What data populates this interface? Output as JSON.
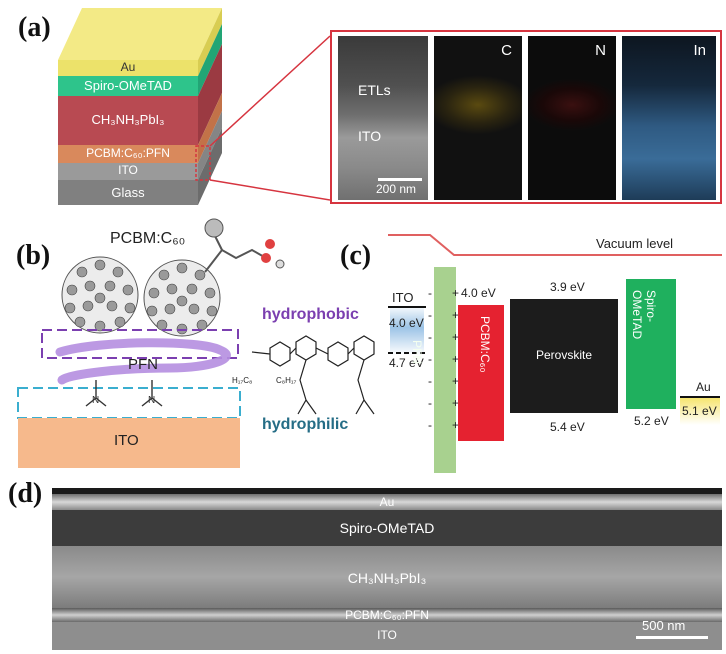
{
  "panels": {
    "a": "(a)",
    "b": "(b)",
    "c": "(c)",
    "d": "(d)"
  },
  "panel_a": {
    "layers": {
      "au": "Au",
      "spiro": "Spiro-OMeTAD",
      "perovskite": "CH₃NH₃PbI₃",
      "etl": "PCBM:C₆₀:PFN",
      "ito": "ITO",
      "glass": "Glass"
    },
    "tem": {
      "etls_label": "ETLs",
      "ito_label": "ITO",
      "scale": "200 nm",
      "maps": [
        "C",
        "N",
        "In"
      ]
    },
    "colors": {
      "au": "#ece26a",
      "spiro": "#2ec48b",
      "perovskite": "#b84a52",
      "etl": "#d9895c",
      "ito": "#9a9a9a",
      "glass": "#808080",
      "frame": "#d6343f"
    }
  },
  "panel_b": {
    "pcbm_label": "PCBM:C₆₀",
    "hydrophobic": "hydrophobic",
    "pfn_label": "PFN",
    "hydrophilic": "hydrophilic",
    "ito_label": "ITO",
    "sub_left": "H₁₇C₈",
    "sub_right": "C₈H₁₇",
    "colors": {
      "hydrophobic": "#7b3fb0",
      "hydrophilic": "#256d86",
      "ito": "#f6b98c"
    }
  },
  "panel_c": {
    "vacuum_level": "Vacuum level",
    "ito": {
      "label": "ITO",
      "top": "4.0 eV",
      "bottom": "4.7 eV"
    },
    "pfn": {
      "label": "PFN"
    },
    "pcbm": {
      "label": "PCBM:C₆₀",
      "top": "4.0 eV"
    },
    "perovskite": {
      "label": "Perovskite",
      "top": "3.9 eV",
      "bottom": "5.4 eV"
    },
    "spiro": {
      "label": "Spiro-OMeTAD",
      "bottom": "5.2 eV"
    },
    "au": {
      "label": "Au",
      "value": "5.1 eV"
    },
    "colors": {
      "vacuum": "#e06060",
      "pfn": "#a8d18f",
      "pcbm": "#e52230",
      "perovskite": "#1c1c1c",
      "spiro": "#1fb05e",
      "au": "#f5e46a",
      "ito": "#9cc3e6"
    }
  },
  "panel_d": {
    "au": "Au",
    "spiro": "Spiro-OMeTAD",
    "perovskite": "CH₃NH₃PbI₃",
    "etl": "PCBM:C₆₀:PFN",
    "ito": "ITO",
    "scale": "500 nm"
  }
}
